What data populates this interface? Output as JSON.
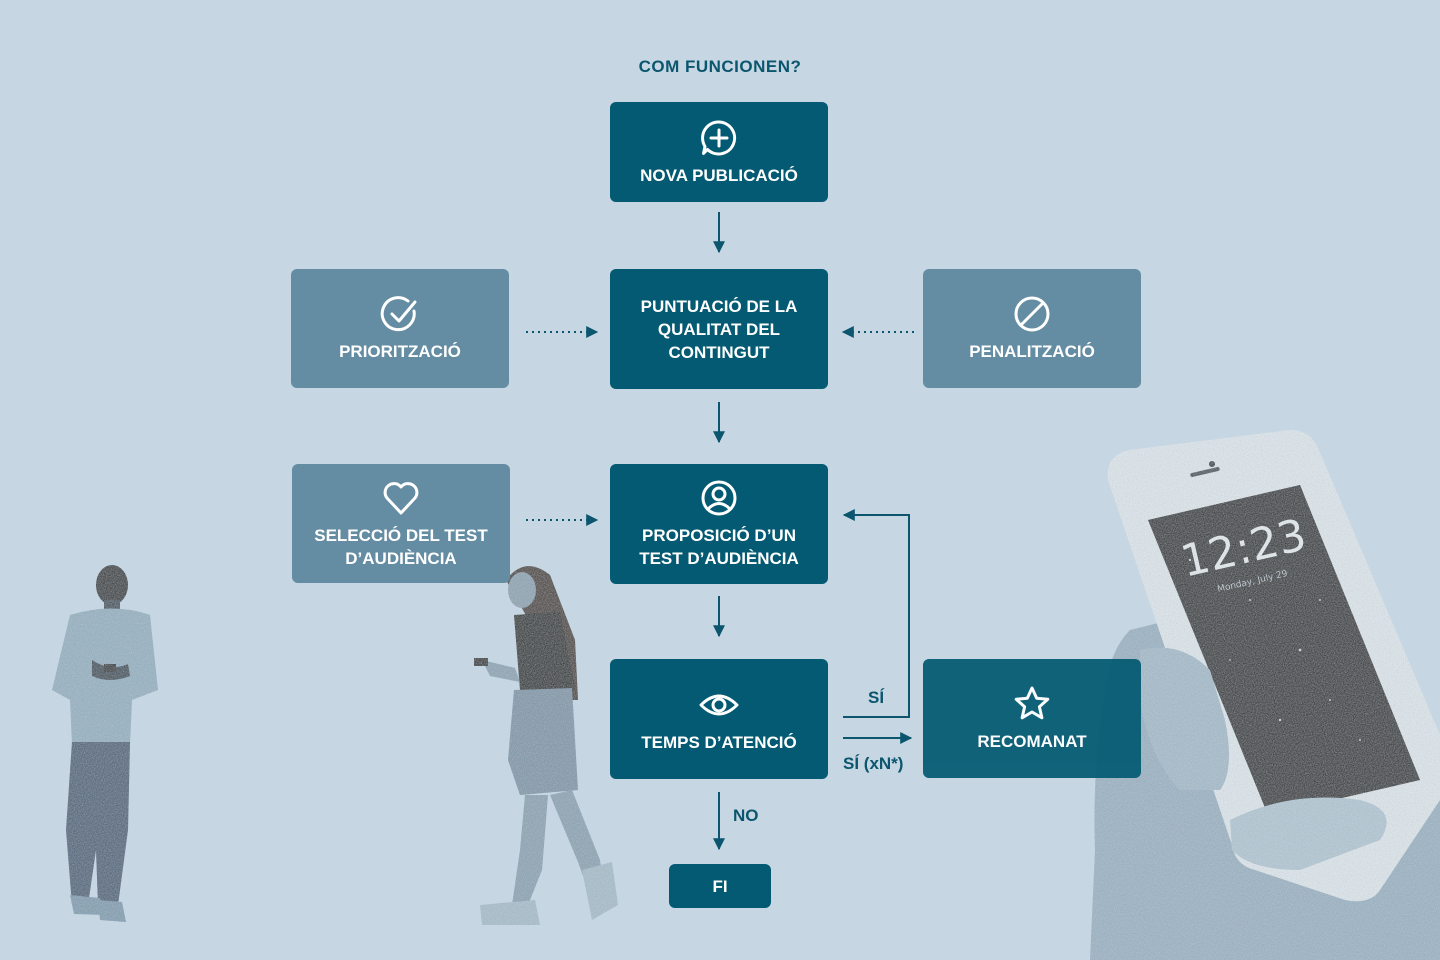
{
  "title": "COM FUNCIONEN?",
  "colors": {
    "background": "#c6d7e3",
    "main_box": "#035a72",
    "side_box": "#648ca2",
    "text_accent": "#0b566e"
  },
  "nodes": {
    "nova_publicacio": {
      "label": "NOVA PUBLICACIÓ",
      "icon": "plus-speech-bubble-icon"
    },
    "puntuacio": {
      "label": "PUNTUACIÓ DE LA QUALITAT DEL CONTINGUT"
    },
    "prioritzacio": {
      "label": "PRIORITZACIÓ",
      "icon": "check-circle-icon"
    },
    "penalitzacio": {
      "label": "PENALITZACIÓ",
      "icon": "prohibited-icon"
    },
    "seleccio": {
      "label": "SELECCIÓ DEL TEST D’AUDIÈNCIA",
      "icon": "heart-icon"
    },
    "proposicio": {
      "label": "PROPOSICIÓ D’UN TEST D’AUDIÈNCIA",
      "icon": "user-circle-icon"
    },
    "temps": {
      "label": "TEMPS D’ATENCIÓ",
      "icon": "eye-icon"
    },
    "recomanat": {
      "label": "RECOMANAT",
      "icon": "star-icon"
    },
    "fi": {
      "label": "FI"
    }
  },
  "edge_labels": {
    "si": "SÍ",
    "si_xn": "SÍ (xN*)",
    "no": "NO"
  },
  "photo": {
    "phone_time": "12:23",
    "phone_date": "Monday, July 29"
  }
}
